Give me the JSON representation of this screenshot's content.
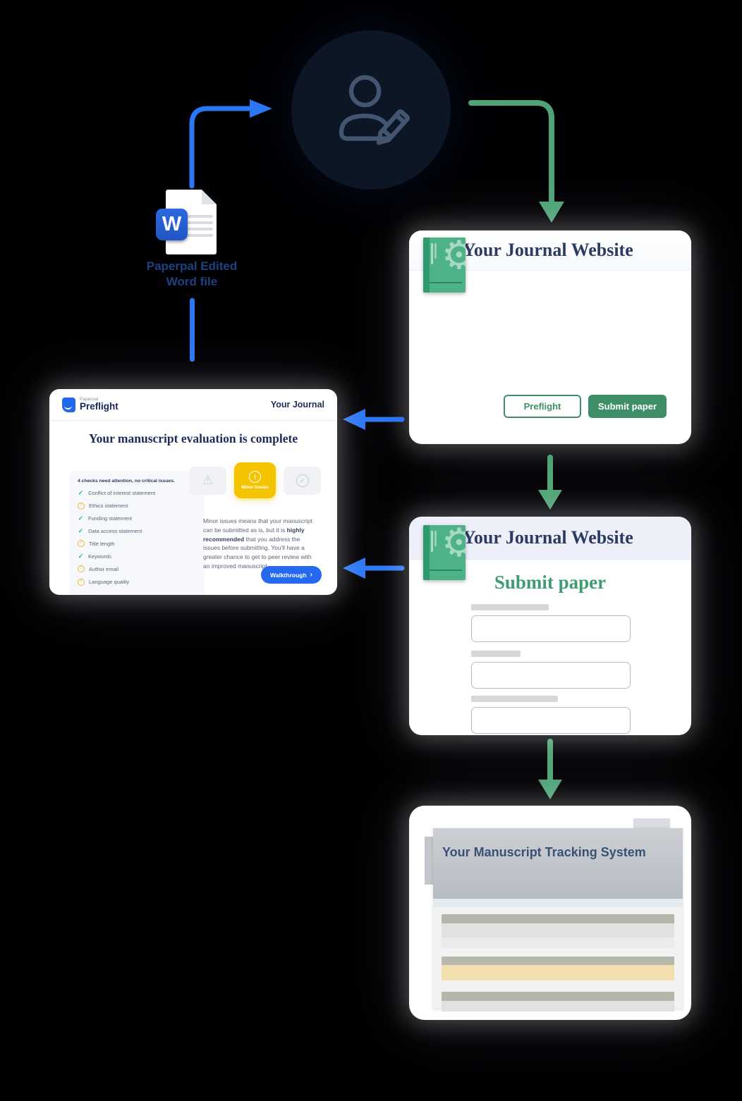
{
  "icons": {
    "gear": "⚙",
    "check": "✓",
    "warn": "!",
    "warning_triangle": "⚠",
    "chevron_right": "›"
  },
  "colors": {
    "arrow_blue": "#2b76f5",
    "arrow_green": "#4fa477",
    "button_green": "#3e8e67",
    "badge_yellow": "#f5c400",
    "title_navy": "#2c3b63"
  },
  "word_file": {
    "letter": "W",
    "label_line1": "Paperpal Edited",
    "label_line2": "Word file"
  },
  "preflight_card": {
    "logo_top": "Paperpal",
    "logo_name": "Preflight",
    "journal_name": "Your Journal",
    "title": "Your manuscript evaluation is complete",
    "checklist_header": "4 checks need attention, no critical issues.",
    "checklist": [
      {
        "label": "Conflict of interest statement",
        "status": "ok"
      },
      {
        "label": "Ethics statement",
        "status": "warn"
      },
      {
        "label": "Funding statement",
        "status": "ok"
      },
      {
        "label": "Data access statement",
        "status": "ok"
      },
      {
        "label": "Title length",
        "status": "warn"
      },
      {
        "label": "Keywords",
        "status": "ok"
      },
      {
        "label": "Author email",
        "status": "warn"
      },
      {
        "label": "Language quality",
        "status": "warn"
      }
    ],
    "minor_issues_label": "Minor Issues",
    "description_1": "Minor issues means that your manuscript can be submitted as is, but it is ",
    "description_bold": "highly recommended",
    "description_2": " that you address the issues before submitting. You'll have a greater chance to get to peer review with an improved manuscript.",
    "walkthrough_label": "Walkthrough"
  },
  "journal_card_top": {
    "title": "Your Journal Website",
    "preflight_button": "Preflight",
    "submit_button": "Submit paper"
  },
  "journal_card_submit": {
    "title": "Your Journal Website",
    "heading": "Submit paper"
  },
  "tracking_card": {
    "title": "Your Manuscript Tracking System"
  }
}
